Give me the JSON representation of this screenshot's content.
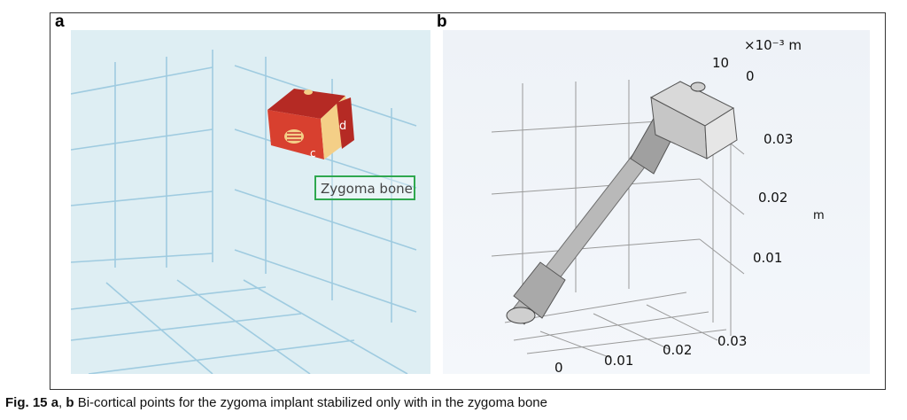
{
  "figure": {
    "panel_a_label": "a",
    "panel_b_label": "b",
    "panel_a": {
      "label_box": "Zygoma bone",
      "face_labels": [
        "c",
        "d"
      ]
    },
    "panel_b": {
      "scale_exponent": "×10⁻³ m",
      "scale_ticks": [
        "10",
        "0"
      ],
      "right_axis_ticks": [
        "0.03",
        "0.02",
        "0.01"
      ],
      "right_axis_unit": "m",
      "bottom_axis_ticks": [
        "0",
        "0.01",
        "0.02",
        "0.03"
      ]
    },
    "caption": {
      "fig_label": "Fig. 15",
      "bold_a": "a",
      "separator": ", ",
      "bold_b": "b",
      "text": " Bi-cortical points for the zygoma implant stabilized only with in the zygoma bone"
    }
  },
  "colors": {
    "panel_a_bg": "#deeef3",
    "grid_line": "#9fcbe0",
    "block_red": "#c8332c",
    "block_tan": "#f4cf87",
    "label_box_border": "#2fa84f",
    "implant_grey": "#b9b9b9"
  }
}
